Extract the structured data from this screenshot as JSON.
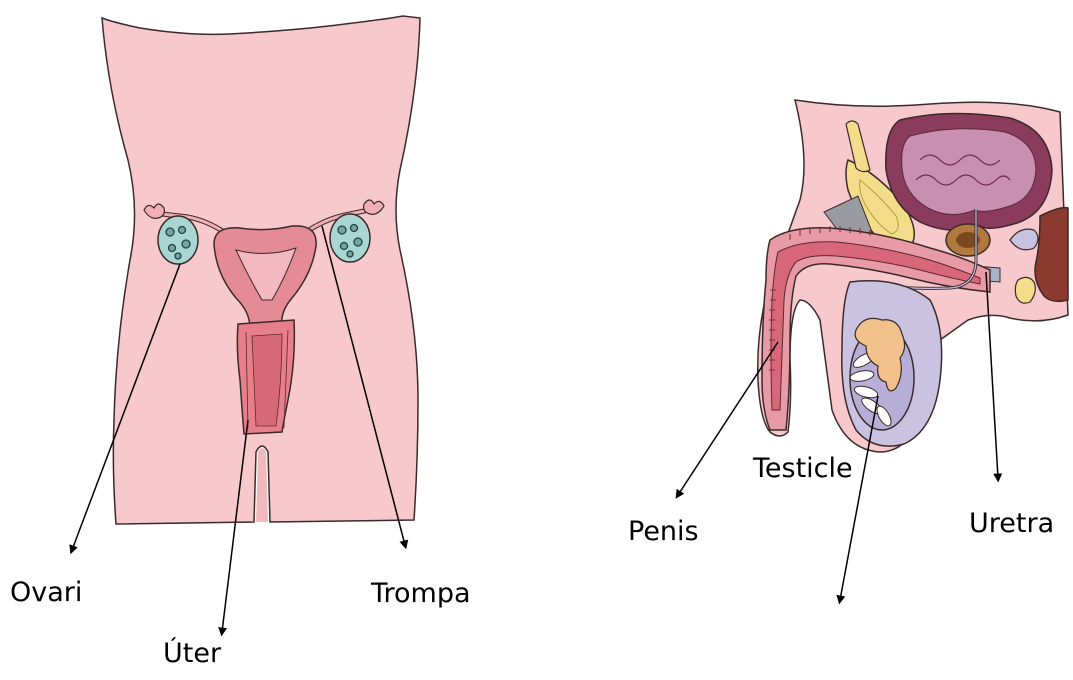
{
  "female": {
    "labels": {
      "ovari": "Ovari",
      "uter": "Úter",
      "trompa": "Trompa"
    }
  },
  "male": {
    "labels": {
      "penis": "Penis",
      "uretra": "Uretra",
      "testicle": "Testicle"
    }
  },
  "colors": {
    "skin": "#f7c9cc",
    "skin_dark": "#e8a6ab",
    "outline": "#3a2a2a",
    "uterus": "#e48b95",
    "ovary": "#a8d7d3",
    "bladder": "#8b3b5c",
    "bladder_inner": "#c98fb0",
    "testis": "#c9c2e0",
    "yellow": "#f3dc8a",
    "rectum": "#8a3a2e",
    "arrow": "#000000"
  }
}
